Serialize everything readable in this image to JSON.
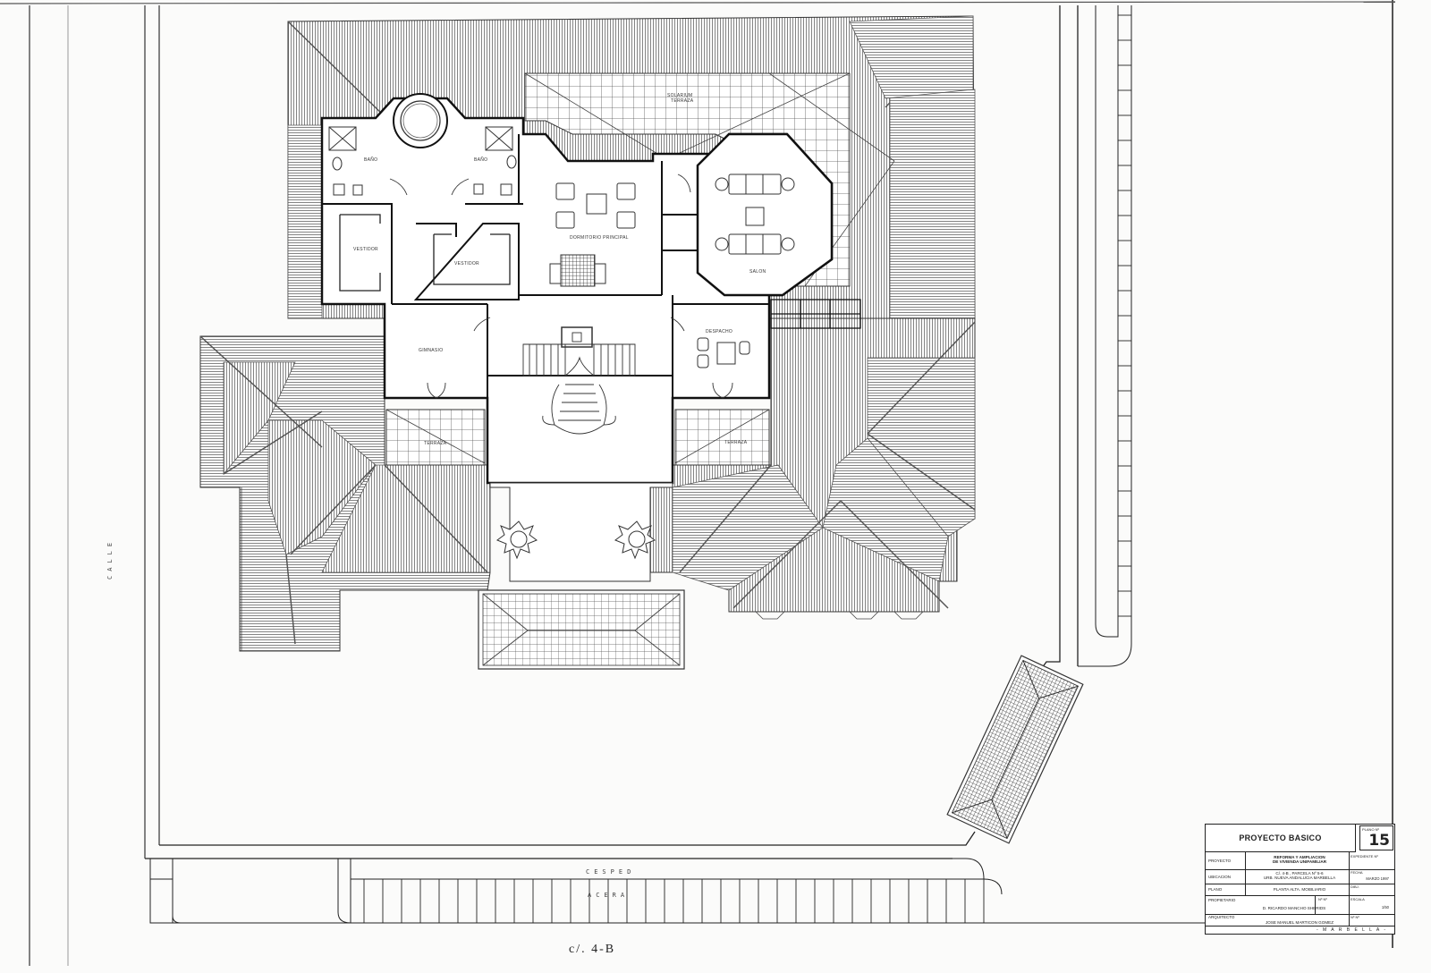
{
  "drawing": {
    "type": "architectural floor plan",
    "rooms": [
      {
        "id": "bano-left",
        "label": "BAÑO"
      },
      {
        "id": "bano-right",
        "label": "BAÑO"
      },
      {
        "id": "vestidor-left",
        "label": "VESTIDOR"
      },
      {
        "id": "vestidor-right",
        "label": "VESTIDOR"
      },
      {
        "id": "dormitorio",
        "label": "DORMITORIO PRINCIPAL"
      },
      {
        "id": "solarium",
        "label": "SOLARIUM"
      },
      {
        "id": "solarium-sub",
        "label": "TERRAZA"
      },
      {
        "id": "salon",
        "label": "SALON"
      },
      {
        "id": "gimnasio",
        "label": "GIMNASIO"
      },
      {
        "id": "despacho",
        "label": "DESPACHO"
      },
      {
        "id": "terraza-left",
        "label": "TERRAZA"
      },
      {
        "id": "terraza-right",
        "label": "TERRAZA"
      }
    ],
    "streets": {
      "left": "CALLE",
      "lawn": "CESPED",
      "sidewalk": "ACERA",
      "bottom": "c/. 4-B"
    }
  },
  "title_block": {
    "project_type": "PROYECTO BASICO",
    "plano_caption": "PLANO Nº",
    "plano_number": "15",
    "rows": [
      {
        "key": "PROYECTO",
        "value_line1": "REFORMA Y AMPLIACION",
        "value_line2": "DE VIVIENDA UNIFAMILIAR",
        "right_key": "EXPEDIENTE Nº",
        "right_value": ""
      },
      {
        "key": "UBICACION",
        "value_line1": "C/. 4-B , PARCELA Nº 5-6",
        "value_line2": "URB. NUEVA ANDALUCIA MARBELLA",
        "right_key": "FECHA",
        "right_value": "MARZO 1997"
      },
      {
        "key": "PLANO",
        "value_line1": "PLANTA ALTA. MOBILIARIO",
        "value_line2": "",
        "right_key": "DIBJ.",
        "right_value": ""
      },
      {
        "key": "PROPIETARIO",
        "value_line1": "D. RICARDO MANCHO SHERIDS",
        "value_line2": "",
        "mid_key": "Nº Nº",
        "right_key": "ESCALA",
        "right_value": "1/50"
      },
      {
        "key": "ARQUITECTO",
        "value_line1": "JOSE MANUEL MARTICON GOMEZ",
        "value_line2": "",
        "right_key": "Nº Nº",
        "right_value": ""
      }
    ],
    "footer": "- M A R B E L L A -"
  }
}
